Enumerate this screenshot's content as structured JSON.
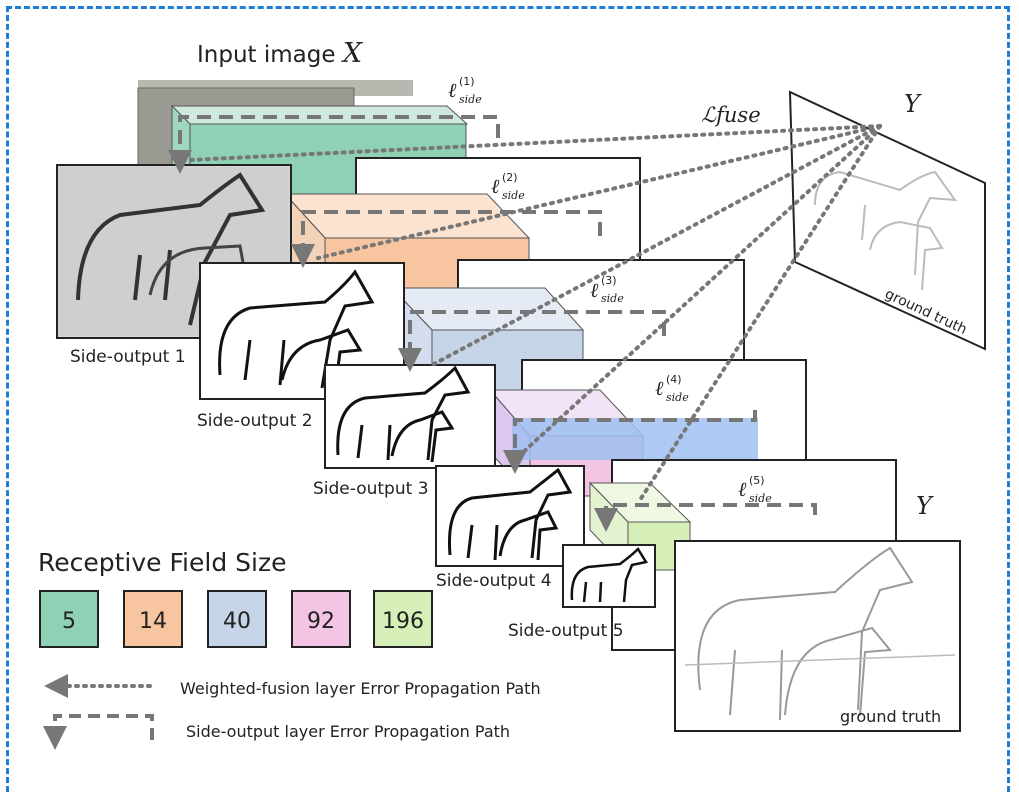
{
  "title": {
    "prefix": "Input image ",
    "var": "X"
  },
  "loss_labels": {
    "fuse": "ℒfuse",
    "side": [
      {
        "base": "ℓ",
        "sup": "(1)",
        "sub": "side"
      },
      {
        "base": "ℓ",
        "sup": "(2)",
        "sub": "side"
      },
      {
        "base": "ℓ",
        "sup": "(3)",
        "sub": "side"
      },
      {
        "base": "ℓ",
        "sup": "(4)",
        "sub": "side"
      },
      {
        "base": "ℓ",
        "sup": "(5)",
        "sub": "side"
      }
    ],
    "target_top": "Y",
    "target_bottom": "Y"
  },
  "side_outputs": [
    "Side-output 1",
    "Side-output 2",
    "Side-output 3",
    "Side-output 4",
    "Side-output 5"
  ],
  "ground_truth_labels": [
    "ground truth",
    "ground truth"
  ],
  "receptive_field": {
    "title": "Receptive Field Size",
    "items": [
      {
        "value": "5",
        "color": "#8ed1b4"
      },
      {
        "value": "14",
        "color": "#f7c59f"
      },
      {
        "value": "40",
        "color": "#c6d4e8"
      },
      {
        "value": "92",
        "color": "#f4c4e4"
      },
      {
        "value": "196",
        "color": "#d6efb8"
      }
    ]
  },
  "legend": {
    "fusion": "Weighted-fusion layer Error Propagation Path",
    "side": "Side-output layer Error Propagation Path"
  }
}
